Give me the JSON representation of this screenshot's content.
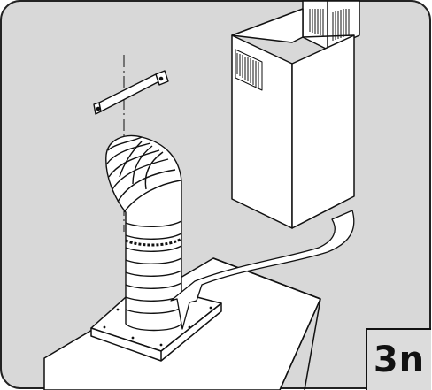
{
  "step_label": "3n",
  "colors": {
    "panel_bg": "#d8d8d8",
    "panel_border": "#222222",
    "part_fill": "#ffffff",
    "line": "#111111",
    "badge_bg": "#dcdcdc"
  },
  "parts": [
    "wall-bracket",
    "flexible-duct",
    "chimney-cover",
    "hood-body",
    "motor-mount-plate",
    "routing-arrow",
    "vertical-axis-line"
  ]
}
